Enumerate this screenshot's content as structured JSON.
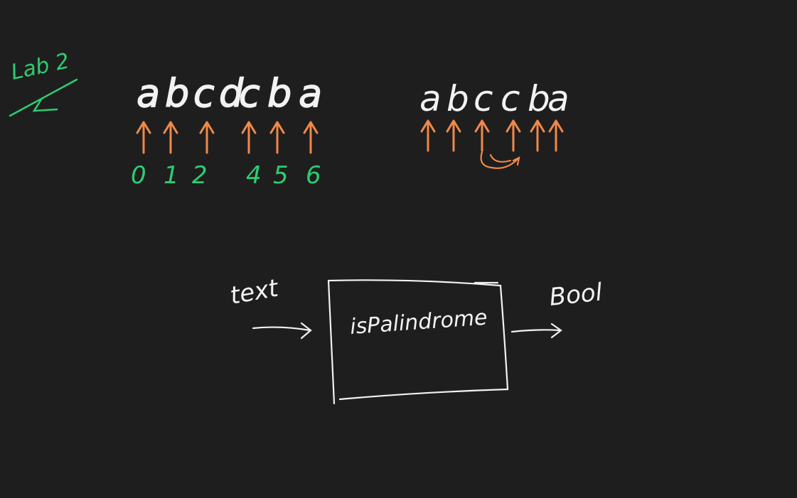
{
  "colors": {
    "background": "#1e1e1e",
    "white": "#f2f2f2",
    "orange": "#f0894a",
    "green": "#2ecc71"
  },
  "heading": "Lab 2",
  "word1": {
    "letters": [
      "a",
      "b",
      "c",
      "d",
      "c",
      "b",
      "a"
    ],
    "indices": [
      "0",
      "1",
      "2",
      "",
      "4",
      "5",
      "6"
    ]
  },
  "word2": {
    "letters": [
      "a",
      "b",
      "c",
      "c",
      "b",
      "a"
    ]
  },
  "flow": {
    "input_label": "text",
    "box_label": "isPalindrome",
    "output_label": "Bool"
  }
}
